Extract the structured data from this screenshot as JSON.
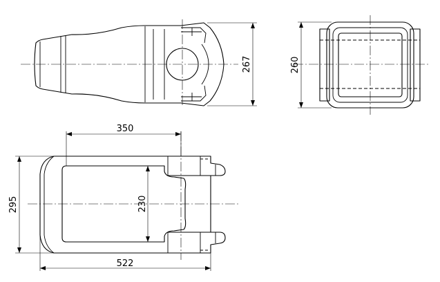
{
  "drawing": {
    "views": {
      "front_view": {
        "dimensions": {
          "height": "267"
        }
      },
      "side_view": {
        "dimensions": {
          "height": "260"
        }
      },
      "top_view": {
        "dimensions": {
          "width_inner": "350",
          "height": "295",
          "inner_height": "230",
          "length": "522"
        }
      }
    }
  }
}
